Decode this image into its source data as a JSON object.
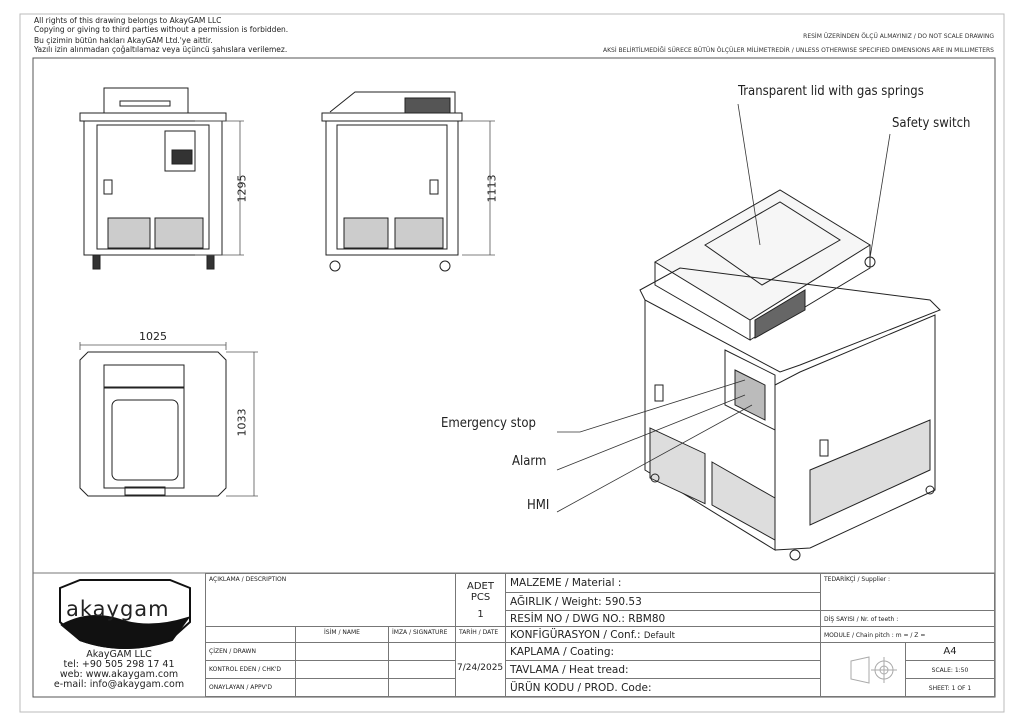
{
  "header": {
    "rights_en_1": "All rights of this drawing belongs to AkayGAM LLC",
    "rights_en_2": "Copying or giving to third parties without a permission is forbidden.",
    "rights_tr_1": "Bu çizimin bütün hakları AkayGAM Ltd.'ye aittir.",
    "rights_tr_2": "Yazılı izin alınmadan çoğaltılamaz veya üçüncü şahıslara verilemez.",
    "no_scale": "RESİM ÜZERİNDEN ÖLÇÜ ALMAYINIZ / DO NOT SCALE DRAWING",
    "units": "AKSİ BELİRTİLMEDİĞİ SÜRECE BÜTÜN ÖLÇÜLER MİLİMETREDİR / UNLESS OTHERWISE SPECIFIED DIMENSIONS ARE IN MILLIMETERS"
  },
  "dimensions": {
    "front_height": "1295",
    "side_height": "1113",
    "top_width": "1025",
    "top_depth": "1033"
  },
  "callouts": {
    "lid": "Transparent lid with gas springs",
    "safety": "Safety switch",
    "estop": "Emergency stop",
    "alarm": "Alarm",
    "hmi": "HMI"
  },
  "title_block": {
    "logo_text": "akaygam",
    "company": "AkayGAM LLC",
    "tel": "tel: +90 505 298 17 41",
    "web": "web: www.akaygam.com",
    "email": "e-mail: info@akaygam.com",
    "description_label": "AÇIKLAMA / DESCRIPTION",
    "pcs_label_1": "ADET",
    "pcs_label_2": "PCS",
    "pcs_value": "1",
    "name_label": "İSİM / NAME",
    "signature_label": "İMZA / SIGNATURE",
    "date_label": "TARİH / DATE",
    "drawn_label": "ÇİZEN / DRAWN",
    "checked_label": "KONTROL EDEN / CHK'D",
    "approved_label": "ONAYLAYAN / APPV'D",
    "date_value": "7/24/2025",
    "material": "MALZEME / Material :",
    "weight": "AĞIRLIK / Weight: 590.53",
    "dwg_no": "RESİM NO / DWG NO.:  RBM80",
    "conf_label": "KONFİGÜRASYON / Conf.:",
    "conf_value": "Default",
    "coating": "KAPLAMA / Coating:",
    "heat": "TAVLAMA / Heat tread:",
    "prod_code": "ÜRÜN KODU / PROD. Code:",
    "supplier": "TEDARİKÇİ / Supplier :",
    "teeth": "DİŞ SAYISI / Nr. of teeth :",
    "module": "MODULE / Chain pitch :  m =   / Z =",
    "size": "A4",
    "scale": "SCALE: 1:50",
    "sheet": "SHEET: 1 OF 1"
  }
}
